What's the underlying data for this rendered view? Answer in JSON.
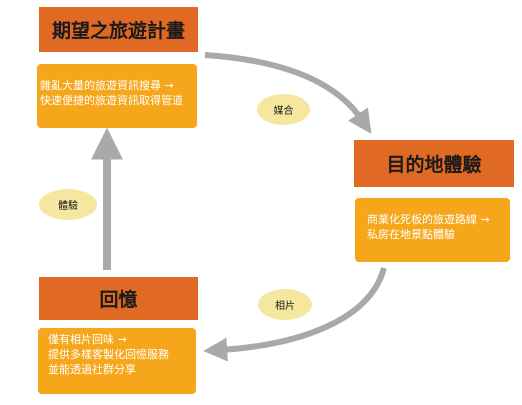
{
  "nodes": {
    "plan": {
      "title": "期望之旅遊計畫",
      "lines": [
        "雜亂大量的旅遊資訊搜尋 →",
        "快速便捷的旅遊資訊取得管道"
      ]
    },
    "destination": {
      "title": "目的地體驗",
      "lines": [
        "商業化死板的旅遊路線 →",
        "私房在地景點體驗"
      ]
    },
    "memory": {
      "title": "回憶",
      "lines": [
        "僅有相片回味 →",
        "提供多樣客製化回憶服務",
        "並能透過社群分享"
      ]
    }
  },
  "edges": {
    "match": "媒合",
    "experience": "體驗",
    "photo": "相片"
  },
  "colors": {
    "title_box": "#e06a23",
    "desc_box": "#f6a61a",
    "oval": "#f5e7a0",
    "arrow": "#a9a9a9"
  }
}
